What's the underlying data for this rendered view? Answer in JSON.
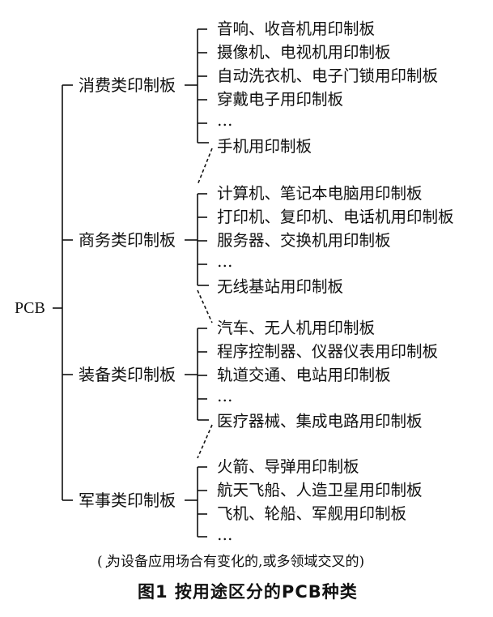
{
  "root": "PCB",
  "categories": [
    {
      "label": "消费类印制板",
      "items": [
        "音响、收音机用印制板",
        "摄像机、电视机用印制板",
        "自动洗衣机、电子门锁用印制板",
        "穿戴电子用印制板",
        "…",
        "手机用印制板"
      ]
    },
    {
      "label": "商务类印制板",
      "items": [
        "计算机、笔记本电脑用印制板",
        "打印机、复印机、电话机用印制板",
        "服务器、交换机用印制板",
        "…",
        "无线基站用印制板"
      ]
    },
    {
      "label": "装备类印制板",
      "items": [
        "汽车、无人机用印制板",
        "程序控制器、仪器仪表用印制板",
        "轨道交通、电站用印制板",
        "…",
        "医疗器械、集成电路用印制板"
      ]
    },
    {
      "label": "军事类印制板",
      "items": [
        "火箭、导弹用印制板",
        "航天飞船、人造卫星用印制板",
        "飞机、轮船、军舰用印制板",
        "…"
      ]
    }
  ],
  "note": "(   为设备应用场合有变化的,或多领域交叉的)",
  "caption": "图1   按用途区分的PCB种类"
}
